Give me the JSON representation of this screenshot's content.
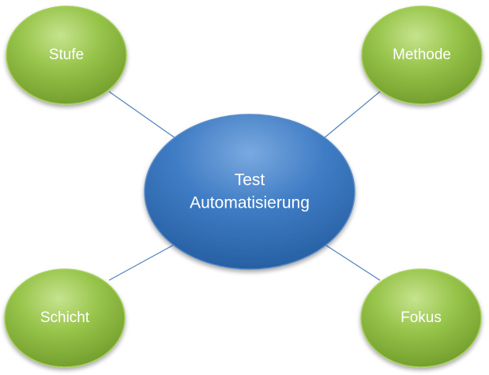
{
  "diagram": {
    "center": {
      "label_line1": "Test",
      "label_line2": "Automatisierung"
    },
    "nodes": {
      "stufe": {
        "label": "Stufe"
      },
      "methode": {
        "label": "Methode"
      },
      "schicht": {
        "label": "Schicht"
      },
      "fokus": {
        "label": "Fokus"
      }
    },
    "colors": {
      "center_fill": "#2f6db3",
      "center_stroke": "#3b6ea5",
      "outer_fill": "#8cba3c",
      "outer_stroke": "#9bc64a",
      "connector": "#4f81bd"
    }
  }
}
